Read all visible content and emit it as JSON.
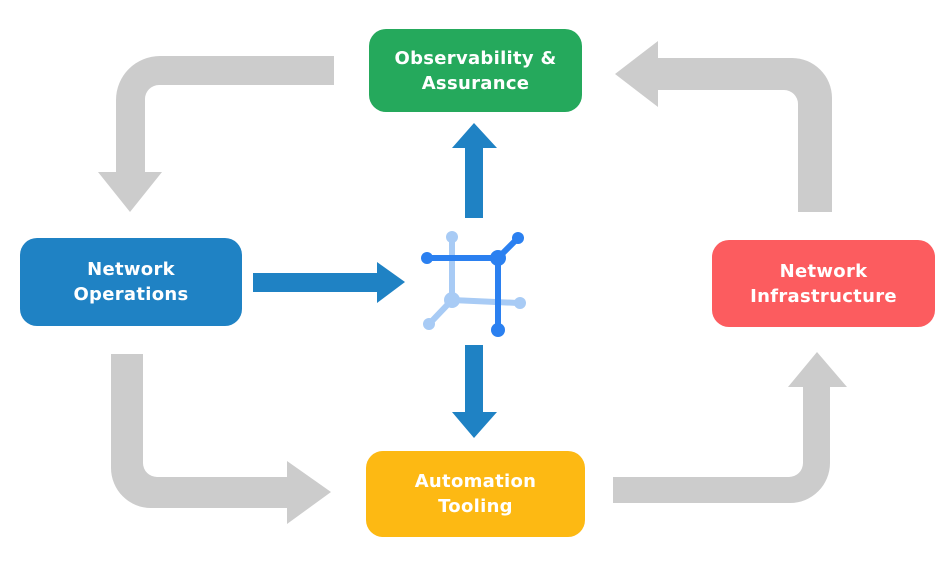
{
  "colors": {
    "background": "#FFFFFF",
    "arrow_gray": "#CCCCCC",
    "arrow_blue": "#1F82C4",
    "node_green": "#25A95C",
    "node_blue": "#1F82C4",
    "node_red": "#FC5C5F",
    "node_yellow": "#FDB913",
    "icon_dark_blue": "#2B80F0",
    "icon_light_blue": "#A8CBF5",
    "node_text": "#FFFFFF"
  },
  "nodes": {
    "observability": {
      "label": "Observability &\nAssurance",
      "color": "#25A95C"
    },
    "network_operations": {
      "label": "Network\nOperations",
      "color": "#1F82C4"
    },
    "network_infrastructure": {
      "label": "Network\nInfrastructure",
      "color": "#FC5C5F"
    },
    "automation_tooling": {
      "label": "Automation\nTooling",
      "color": "#FDB913"
    }
  },
  "center_icon": {
    "name": "network-automation-icon",
    "dark_blue": "#2B80F0",
    "light_blue": "#A8CBF5"
  },
  "edges": [
    {
      "from": "observability_assurance",
      "to": "network_operations",
      "style": "gray-elbow-arrow"
    },
    {
      "from": "network_operations",
      "to": "automation_tooling",
      "style": "gray-elbow-arrow"
    },
    {
      "from": "automation_tooling",
      "to": "network_infrastructure",
      "style": "gray-elbow-arrow"
    },
    {
      "from": "network_infrastructure",
      "to": "observability_assurance",
      "style": "gray-elbow-arrow"
    },
    {
      "from": "network_operations",
      "to": "center_icon",
      "style": "blue-straight-arrow"
    },
    {
      "from": "center_icon",
      "to": "observability_assurance",
      "style": "blue-straight-arrow"
    },
    {
      "from": "center_icon",
      "to": "automation_tooling",
      "style": "blue-straight-arrow"
    }
  ]
}
